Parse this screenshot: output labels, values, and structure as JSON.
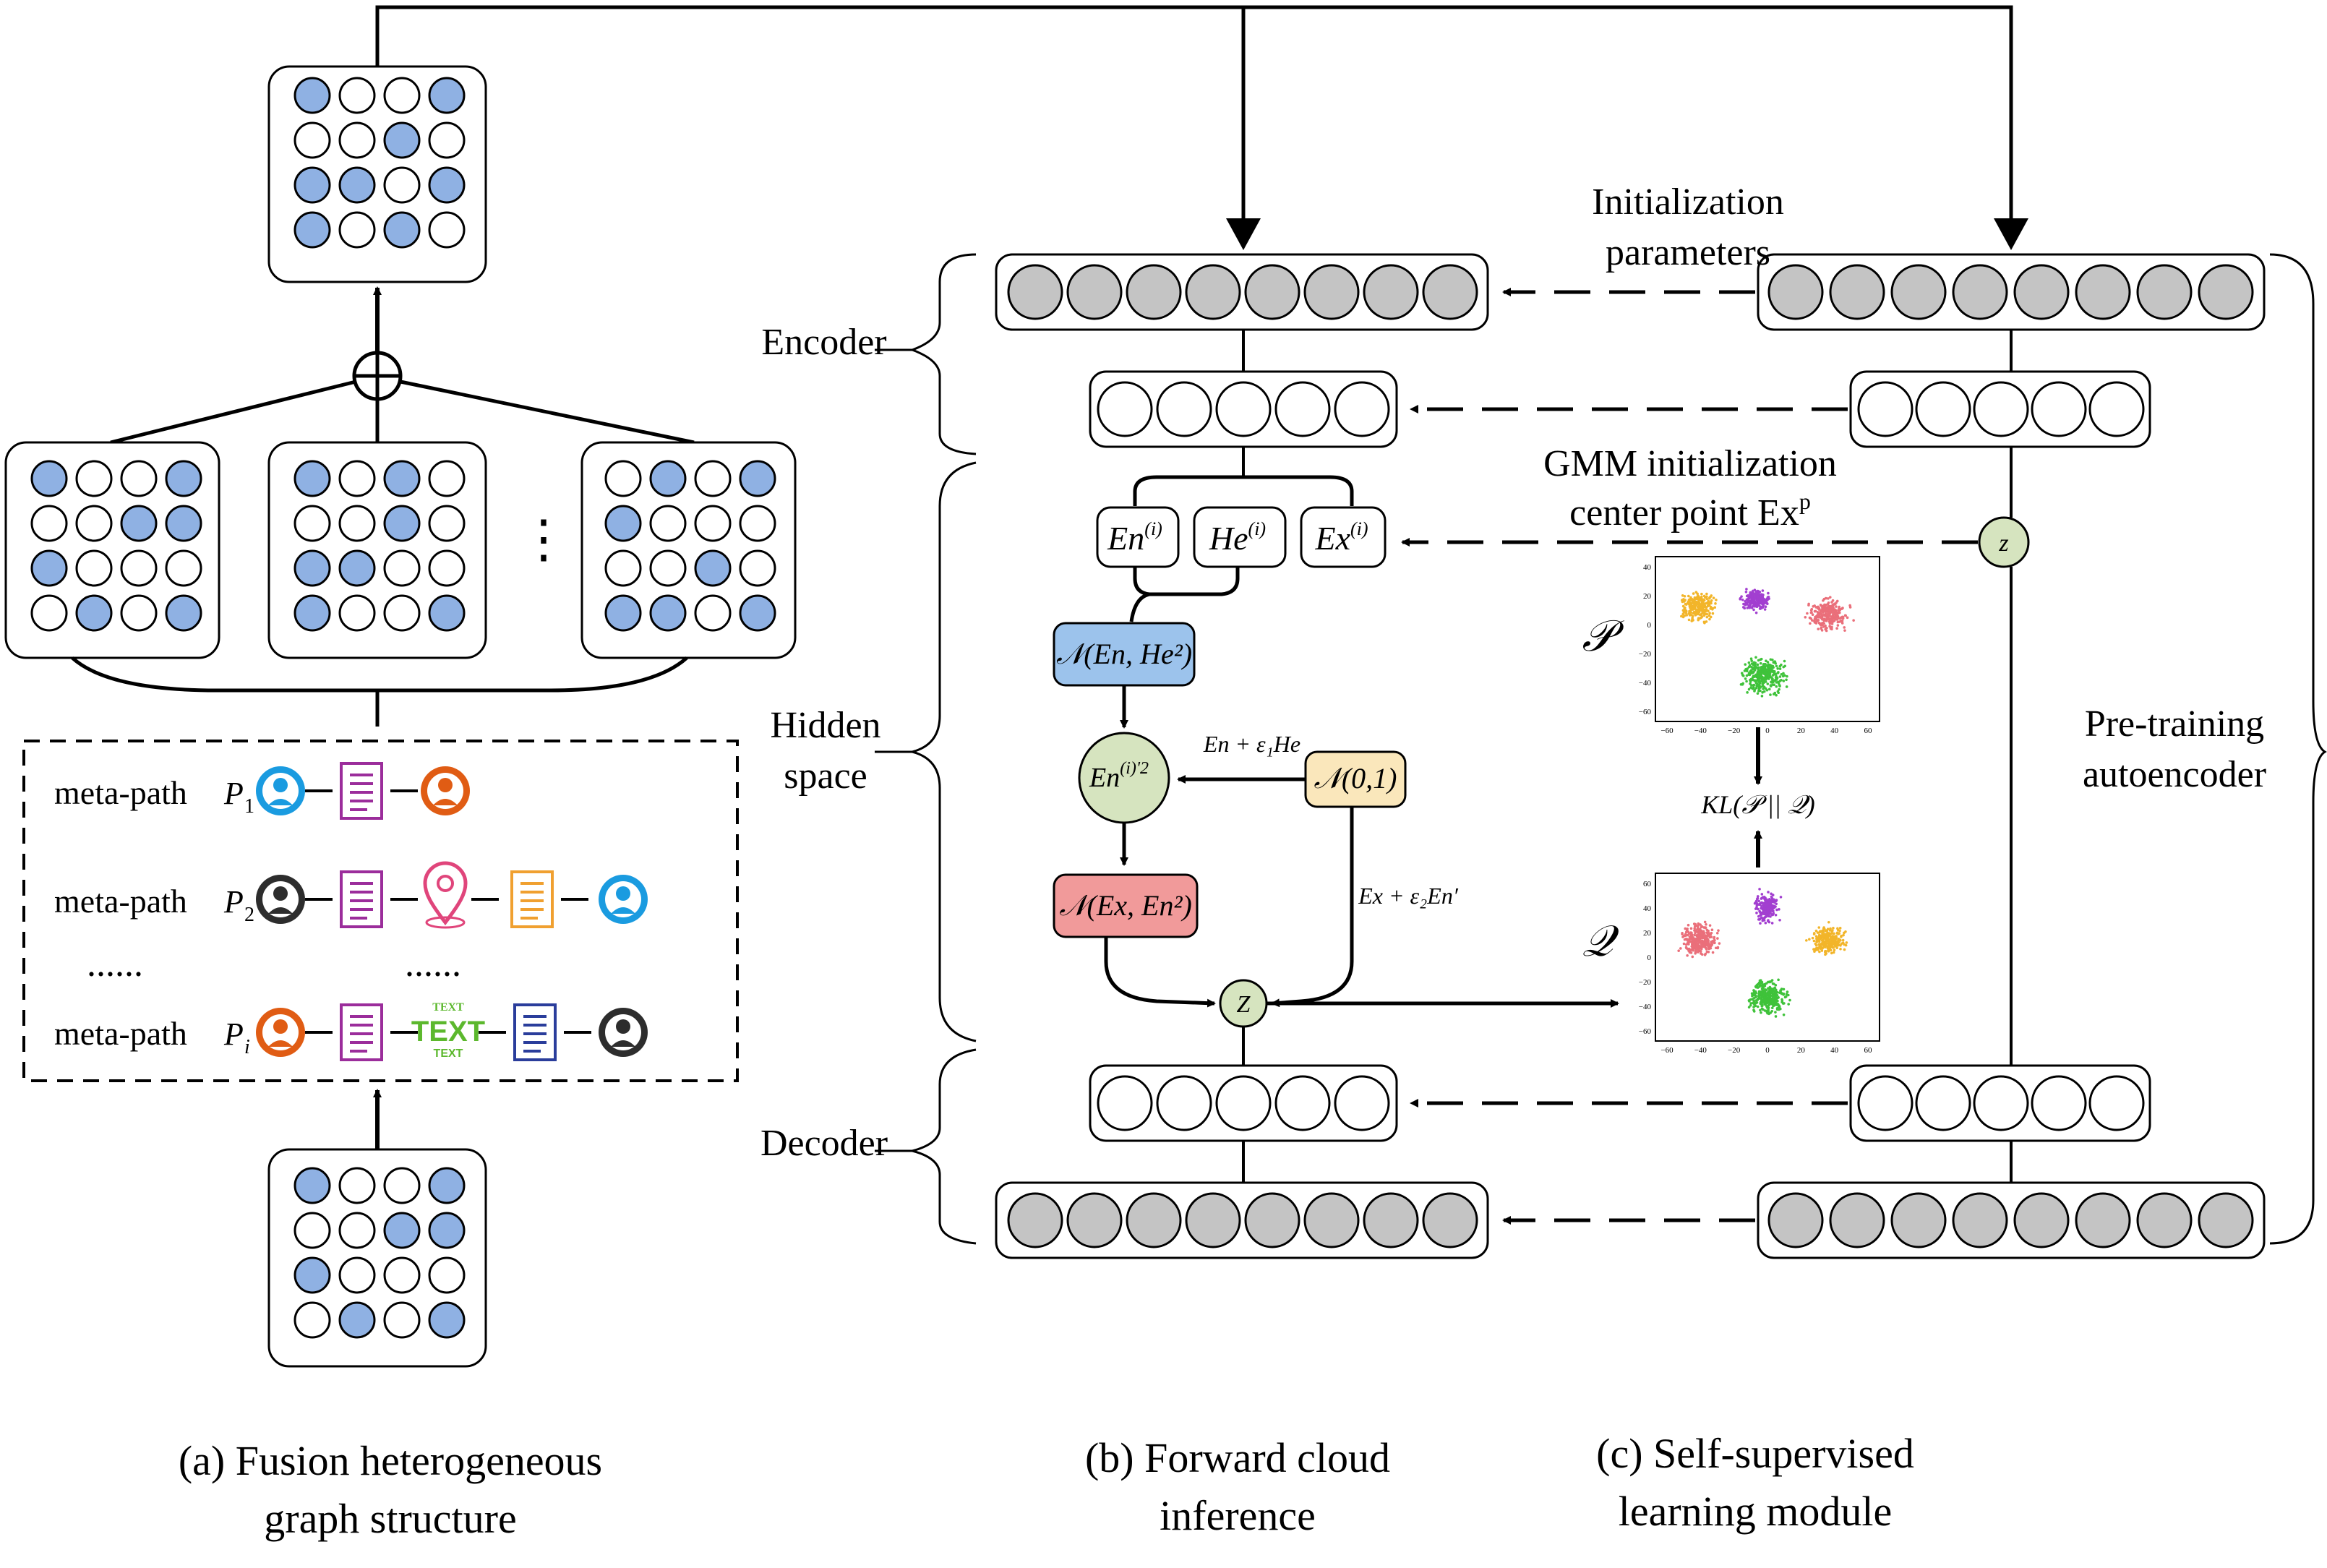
{
  "colors": {
    "blue_node": "#8fb1e3",
    "gray_node": "#c4c4c4",
    "box_blue": "#9cc3ec",
    "box_green": "#d6e4bf",
    "box_yellow": "#fae7bb",
    "box_red": "#f19a9a",
    "person_blue": "#1a9be0",
    "person_orange": "#e05c14",
    "person_black": "#2d2d2d",
    "doc_purple": "#9b2d9b",
    "doc_orange": "#f0a030",
    "doc_navy": "#2a3d9b",
    "pin_pink": "#e0457b",
    "text_green": "#5cb82d"
  },
  "section_a": {
    "caption_line1": "(a) Fusion heterogeneous",
    "caption_line2": "graph structure",
    "top_matrix": [
      1,
      0,
      0,
      1,
      0,
      0,
      1,
      0,
      1,
      1,
      0,
      1,
      1,
      0,
      1,
      0
    ],
    "mid_matrices": [
      [
        1,
        0,
        0,
        1,
        0,
        0,
        1,
        1,
        1,
        0,
        0,
        0,
        0,
        1,
        0,
        1
      ],
      [
        1,
        0,
        1,
        0,
        0,
        0,
        1,
        0,
        1,
        1,
        0,
        0,
        1,
        0,
        0,
        1
      ],
      [
        0,
        1,
        0,
        1,
        1,
        0,
        0,
        0,
        0,
        0,
        1,
        0,
        1,
        1,
        0,
        1
      ]
    ],
    "bottom_matrix": [
      1,
      0,
      0,
      1,
      0,
      0,
      1,
      1,
      1,
      0,
      0,
      0,
      0,
      1,
      0,
      1
    ],
    "fusion_symbol": "⊕",
    "ellipsis_vertical": "⋮",
    "meta_paths": [
      {
        "label": "meta-path",
        "p": "P",
        "sub": "1"
      },
      {
        "label": "meta-path",
        "p": "P",
        "sub": "2"
      },
      {
        "label": "meta-path",
        "p": "P",
        "sub": "i"
      }
    ],
    "dots_row": [
      "......",
      "......"
    ],
    "text_icon_small": "TEXT",
    "text_icon_big": "TEXT"
  },
  "section_b": {
    "caption_line1": "(b) Forward cloud",
    "caption_line2": "inference",
    "encoder_label": "Encoder",
    "hidden_label_line1": "Hidden",
    "hidden_label_line2": "space",
    "decoder_label": "Decoder",
    "en": "En",
    "he": "He",
    "ex": "Ex",
    "sup_i": "(i)",
    "normal_en_he": "𝒩(En, He²)",
    "en_i2_base": "En",
    "en_i2_sup": "(i)'2",
    "normal_01": "𝒩(0,1)",
    "normal_ex_en": "𝒩(Ex, En²)",
    "edge_label_1": "En + ε₁He",
    "edge_label_2": "Ex + ε₂En′",
    "z_node": "Z"
  },
  "section_c": {
    "caption_line1": "(c) Self-supervised",
    "caption_line2": "learning module",
    "init_params_line1": "Initialization",
    "init_params_line2": "parameters",
    "gmm_line1": "GMM initialization",
    "gmm_line2_base": "center point Ex",
    "gmm_line2_sup": "p",
    "pretrain_line1": "Pre-training",
    "pretrain_line2": "autoencoder",
    "p_symbol": "𝒫",
    "q_symbol": "𝒬",
    "kl_label": "KL(𝒫 || 𝒬)",
    "z_node": "z",
    "plot_ticks_x": [
      "−60",
      "−40",
      "−20",
      "0",
      "20",
      "40",
      "60"
    ],
    "plot_ticks_y_p": [
      "40",
      "20",
      "0",
      "−20",
      "−40",
      "−60"
    ],
    "plot_ticks_y_q": [
      "60",
      "40",
      "20",
      "0",
      "−20",
      "−40",
      "−60"
    ]
  }
}
